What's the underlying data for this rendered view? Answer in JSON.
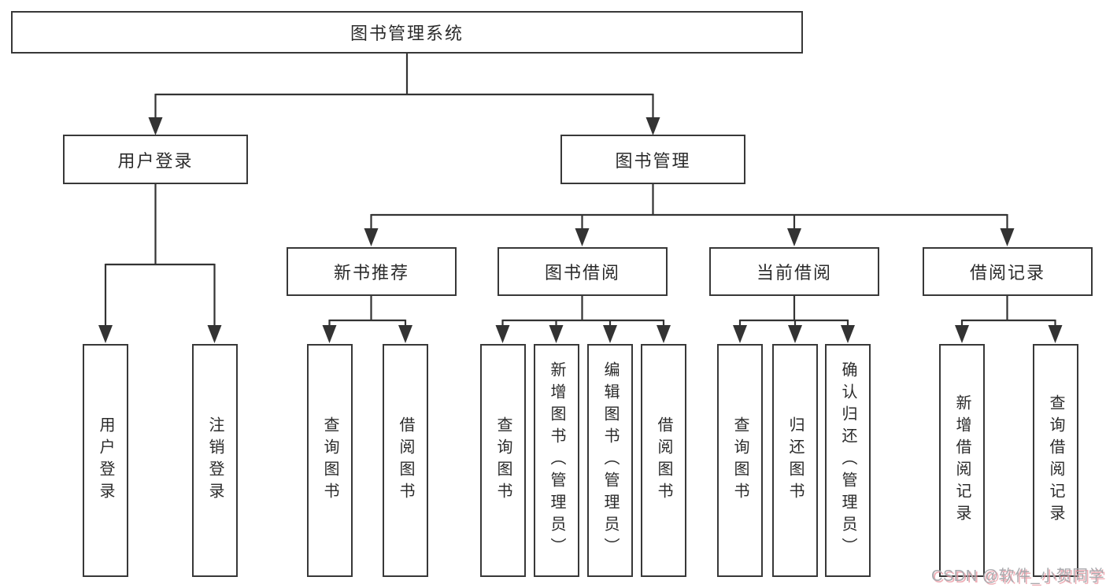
{
  "nodes": {
    "root": "图书管理系统",
    "level2": [
      "用户登录",
      "图书管理"
    ],
    "level3": [
      "新书推荐",
      "图书借阅",
      "当前借阅",
      "借阅记录"
    ],
    "leaves": [
      "用户登录",
      "注销登录",
      "查询图书",
      "借阅图书",
      "查询图书",
      "新增图书（管理员）",
      "编辑图书（管理员）",
      "借阅图书",
      "查询图书",
      "归还图书",
      "确认归还（管理员）",
      "新增借阅记录",
      "查询借阅记录"
    ]
  },
  "watermark": {
    "text": "CSDN @软件_小贺同学"
  },
  "colors": {
    "line": "#333333",
    "box_border": "#383838",
    "text": "#2b2b2b",
    "background": "#ffffff",
    "watermark_text": "#a9a9ad",
    "watermark_shadow": "#e8929c"
  }
}
